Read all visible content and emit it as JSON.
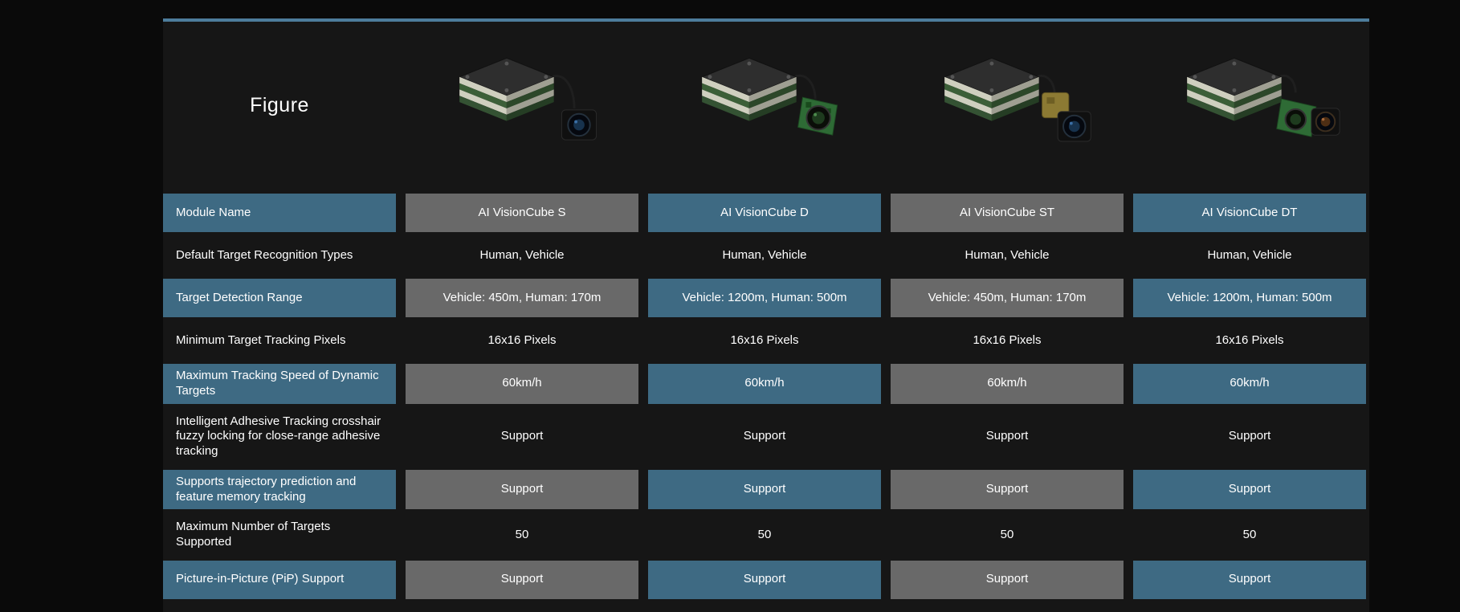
{
  "panel": {
    "figure_label": "Figure"
  },
  "products": [
    {
      "name": "AI VisionCube S"
    },
    {
      "name": "AI VisionCube D"
    },
    {
      "name": "AI VisionCube ST"
    },
    {
      "name": "AI VisionCube DT"
    }
  ],
  "table": {
    "rows": [
      {
        "label": "Module Name",
        "values": [
          "AI VisionCube S",
          "AI VisionCube D",
          "AI VisionCube ST",
          "AI VisionCube DT"
        ]
      },
      {
        "label": "Default Target Recognition Types",
        "values": [
          "Human, Vehicle",
          "Human, Vehicle",
          "Human, Vehicle",
          "Human, Vehicle"
        ]
      },
      {
        "label": "Target Detection Range",
        "values": [
          "Vehicle: 450m, Human: 170m",
          "Vehicle: 1200m, Human: 500m",
          "Vehicle: 450m, Human: 170m",
          "Vehicle: 1200m, Human: 500m"
        ]
      },
      {
        "label": "Minimum Target Tracking Pixels",
        "values": [
          "16x16 Pixels",
          "16x16 Pixels",
          "16x16 Pixels",
          "16x16 Pixels"
        ]
      },
      {
        "label": "Maximum Tracking Speed of Dynamic Targets",
        "values": [
          "60km/h",
          "60km/h",
          "60km/h",
          "60km/h"
        ]
      },
      {
        "label": "Intelligent Adhesive Tracking crosshair fuzzy locking for close-range adhesive tracking",
        "values": [
          "Support",
          "Support",
          "Support",
          "Support"
        ]
      },
      {
        "label": "Supports trajectory prediction and feature memory tracking",
        "values": [
          "Support",
          "Support",
          "Support",
          "Support"
        ]
      },
      {
        "label": "Maximum Number of Targets Supported",
        "values": [
          "50",
          "50",
          "50",
          "50"
        ]
      },
      {
        "label": "Picture-in-Picture (PiP) Support",
        "values": [
          "Support",
          "Support",
          "Support",
          "Support"
        ]
      }
    ]
  },
  "colors": {
    "page_bg": "#0a0a0a",
    "panel_bg": "#161616",
    "top_line": "#4d7d9c",
    "accent_blue": "#3e6a83",
    "cell_gray": "#696969",
    "text_color": "#ffffff"
  },
  "icons": {
    "product_images": [
      "visioncube-s-image",
      "visioncube-d-image",
      "visioncube-st-image",
      "visioncube-dt-image"
    ]
  }
}
